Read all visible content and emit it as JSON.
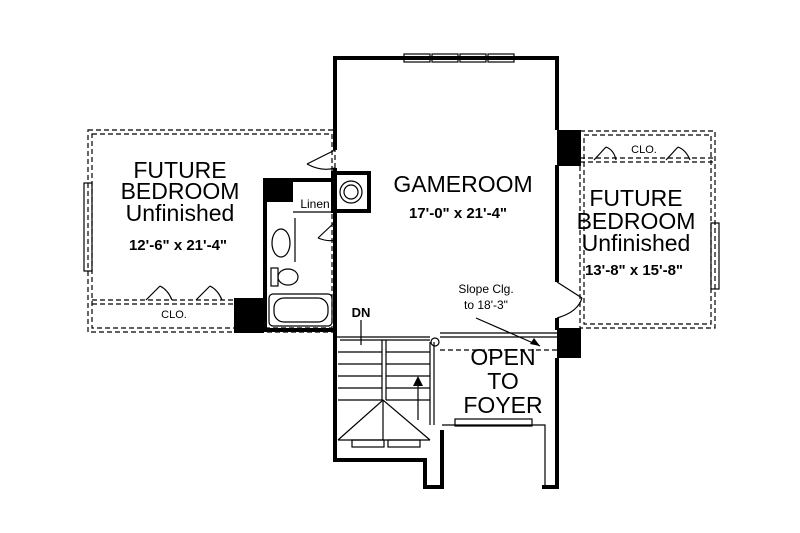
{
  "rooms": {
    "left_bedroom": {
      "line1": "FUTURE",
      "line2": "BEDROOM",
      "line3": "Unfinished",
      "size": "12'-6\" x 21'-4\""
    },
    "gameroom": {
      "name": "GAMEROOM",
      "size": "17'-0\" x 21'-4\""
    },
    "right_bedroom": {
      "line1": "FUTURE",
      "line2": "BEDROOM",
      "line3": "Unfinished",
      "size": "13'-8\" x 15'-8\""
    },
    "open_to_foyer": {
      "line1": "OPEN",
      "line2": "TO",
      "line3": "FOYER"
    }
  },
  "labels": {
    "linen": "Linen",
    "closet_left": "CLO.",
    "closet_right": "CLO.",
    "down": "DN",
    "slope_line1": "Slope Clg.",
    "slope_line2": "to 18'-3\""
  }
}
